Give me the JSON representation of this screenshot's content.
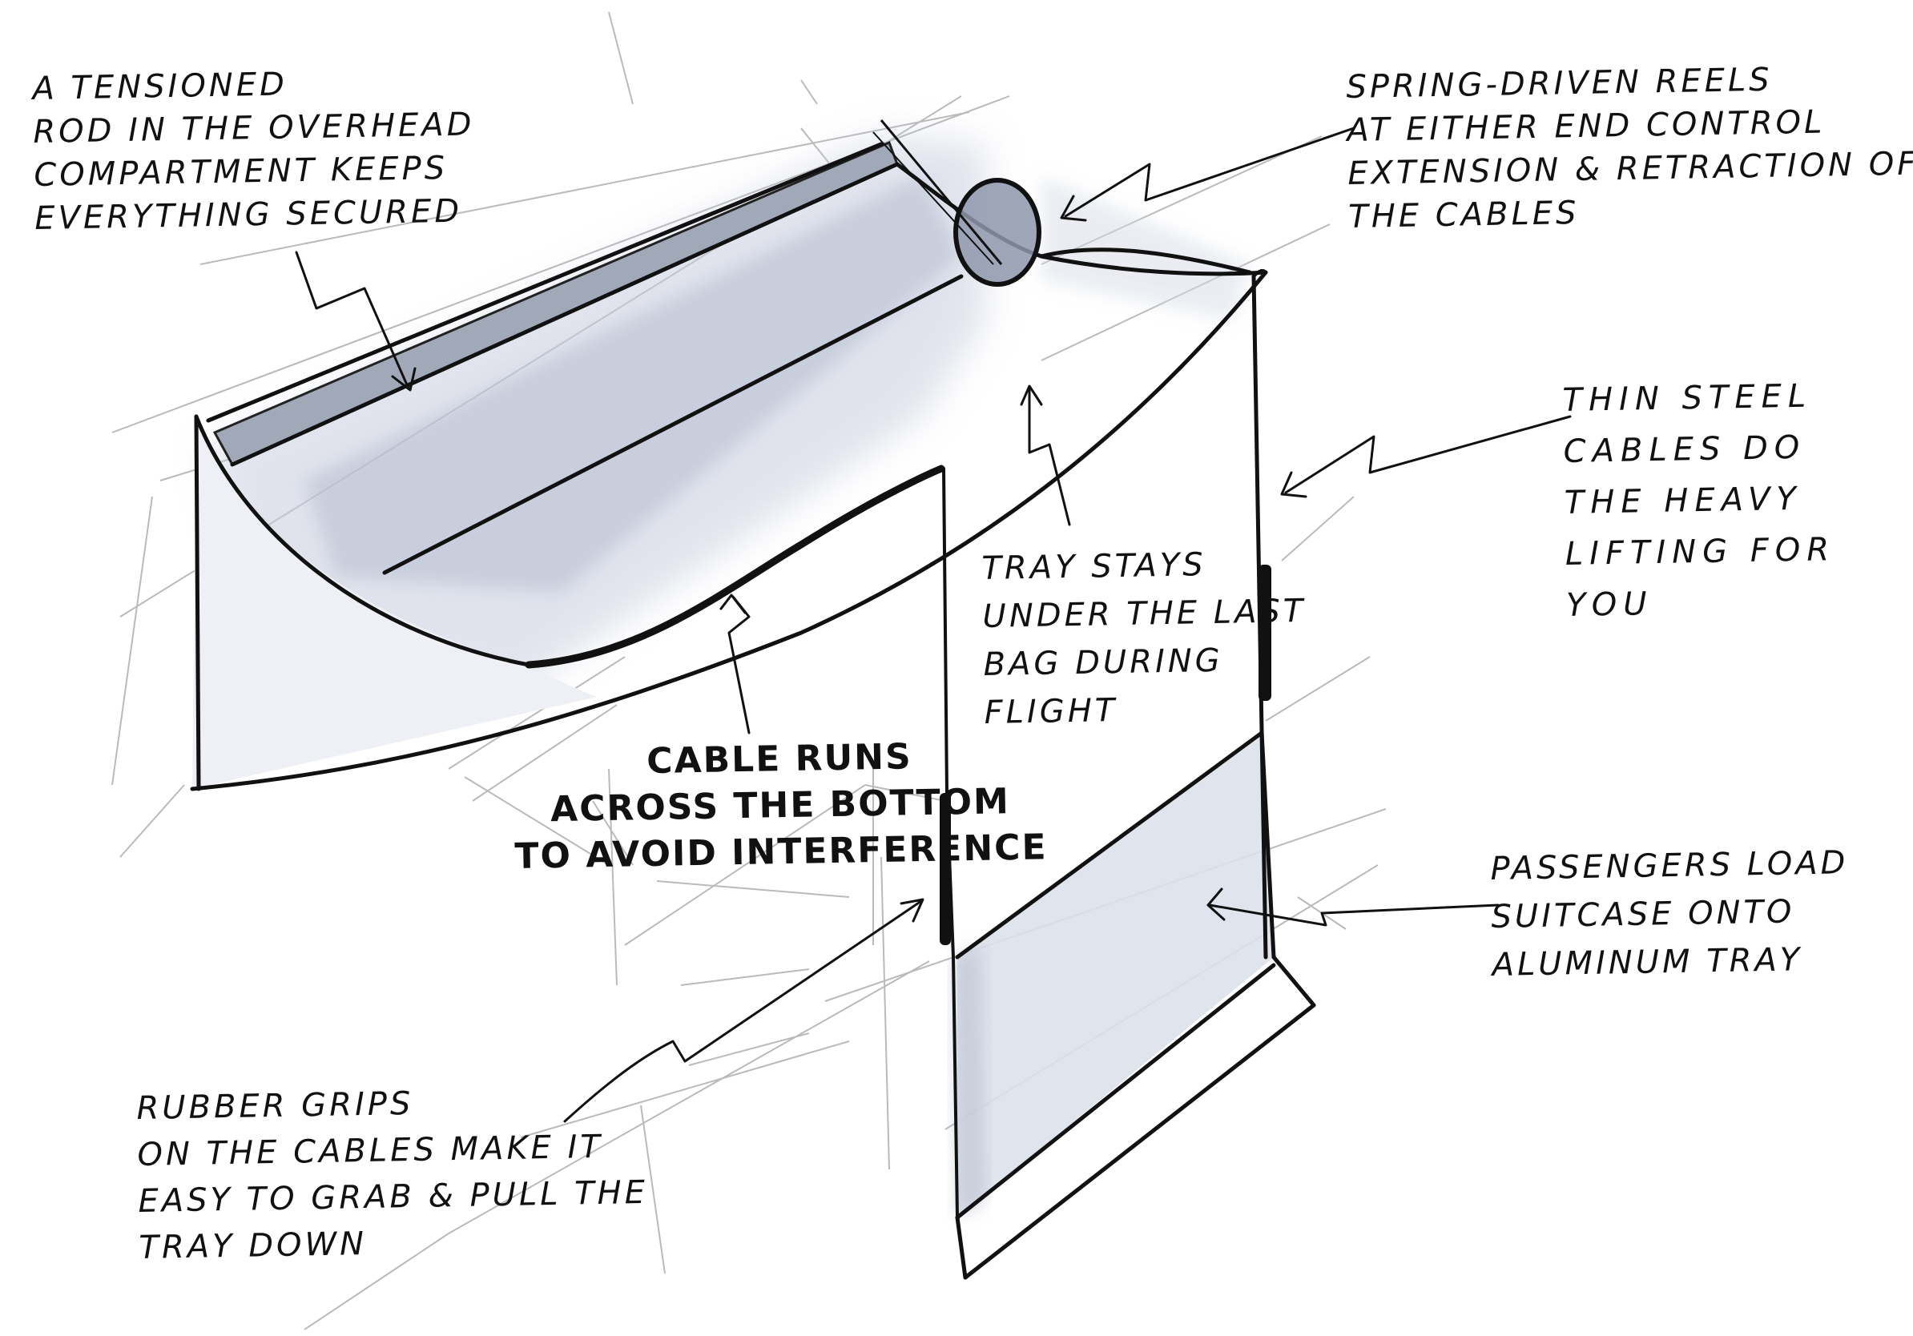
{
  "annotations": {
    "tensioned_rod": "A tensioned\nrod in the overhead\ncompartment keeps\neverything secured",
    "spring_reels": "Spring-driven reels\nat either end control\nextension & retraction of\nthe cables",
    "steel_cables": "Thin steel\ncables do\nthe heavy\nlifting for\nyou",
    "tray_stays": "Tray stays\nunder the last\nbag during\nflight",
    "cable_runs": "Cable runs\nacross the bottom\nto avoid interference",
    "passengers_load": "Passengers load\nsuitcase onto\naluminum tray",
    "rubber_grips": "Rubber grips\non the cables make it\neasy to grab & pull the\ntray down"
  },
  "colors": {
    "ink": "#111111",
    "shade": "#c9cfdd",
    "shade_dark": "#8f97aa",
    "sketch_grey": "#9a9a9a"
  }
}
